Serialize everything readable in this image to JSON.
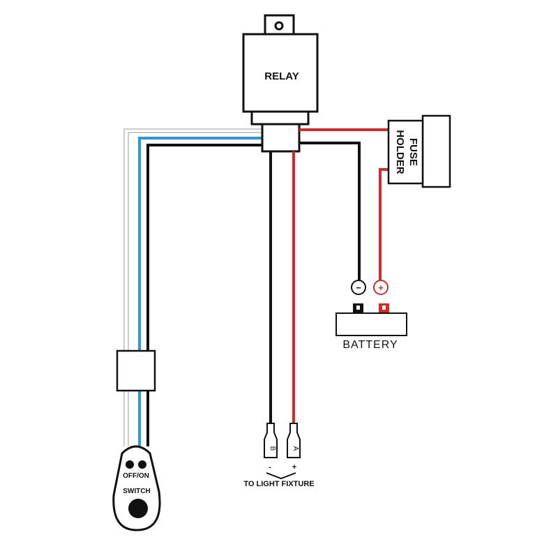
{
  "relay": {
    "label": "RELAY"
  },
  "fuse_holder": {
    "line1": "FUSE",
    "line2": "HOLDER"
  },
  "battery": {
    "label": "BATTERY",
    "negative_symbol": "−",
    "positive_symbol": "+"
  },
  "switch": {
    "line1": "OFF/ON",
    "line2": "SWITCH"
  },
  "light_fixture": {
    "label": "TO LIGHT FIXTURE",
    "connector_b": "B",
    "connector_a": "A",
    "minus": "-",
    "plus": "+"
  },
  "colors": {
    "red": "#d42a2a",
    "black": "#111111",
    "blue": "#2a9ad6",
    "gray": "#bbbbbb"
  }
}
